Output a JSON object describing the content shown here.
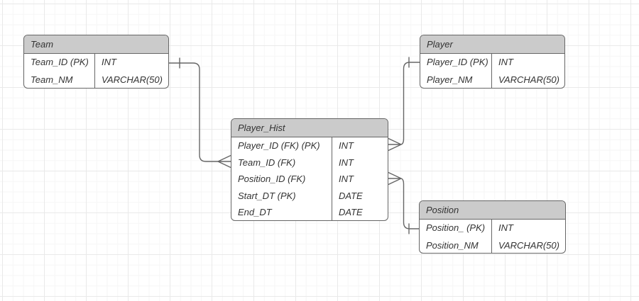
{
  "grid": {
    "background": "#ffffff",
    "minor_color": "#f6f6f6",
    "major_color": "#e9e9e9"
  },
  "colors": {
    "table_header_fill": "#cbcbcb",
    "table_border": "#666666",
    "text": "#333333",
    "connector": "#666666"
  },
  "tables": [
    {
      "title": "Team",
      "rows": [
        {
          "name": "Team_ID (PK)",
          "type": "INT"
        },
        {
          "name": "Team_NM",
          "type": "VARCHAR(50)"
        }
      ]
    },
    {
      "title": "Player",
      "rows": [
        {
          "name": "Player_ID (PK)",
          "type": "INT"
        },
        {
          "name": "Player_NM",
          "type": "VARCHAR(50)"
        }
      ]
    },
    {
      "title": "Player_Hist",
      "rows": [
        {
          "name": "Player_ID (FK) (PK)",
          "type": "INT"
        },
        {
          "name": "Team_ID (FK)",
          "type": "INT"
        },
        {
          "name": "Position_ID (FK)",
          "type": "INT"
        },
        {
          "name": "Start_DT (PK)",
          "type": "DATE"
        },
        {
          "name": "End_DT",
          "type": "DATE"
        }
      ]
    },
    {
      "title": "Position",
      "rows": [
        {
          "name": "Position_ (PK)",
          "type": "INT"
        },
        {
          "name": "Position_NM",
          "type": "VARCHAR(50)"
        }
      ]
    }
  ],
  "relationships": [
    {
      "from_table": "Team",
      "from_field": "Team_ID",
      "from_cardinality": "one",
      "to_table": "Player_Hist",
      "to_field": "Team_ID",
      "to_cardinality": "many"
    },
    {
      "from_table": "Player",
      "from_field": "Player_ID",
      "from_cardinality": "one",
      "to_table": "Player_Hist",
      "to_field": "Player_ID",
      "to_cardinality": "many"
    },
    {
      "from_table": "Position",
      "from_field": "Position_",
      "from_cardinality": "one",
      "to_table": "Player_Hist",
      "to_field": "Position_ID",
      "to_cardinality": "many"
    }
  ]
}
